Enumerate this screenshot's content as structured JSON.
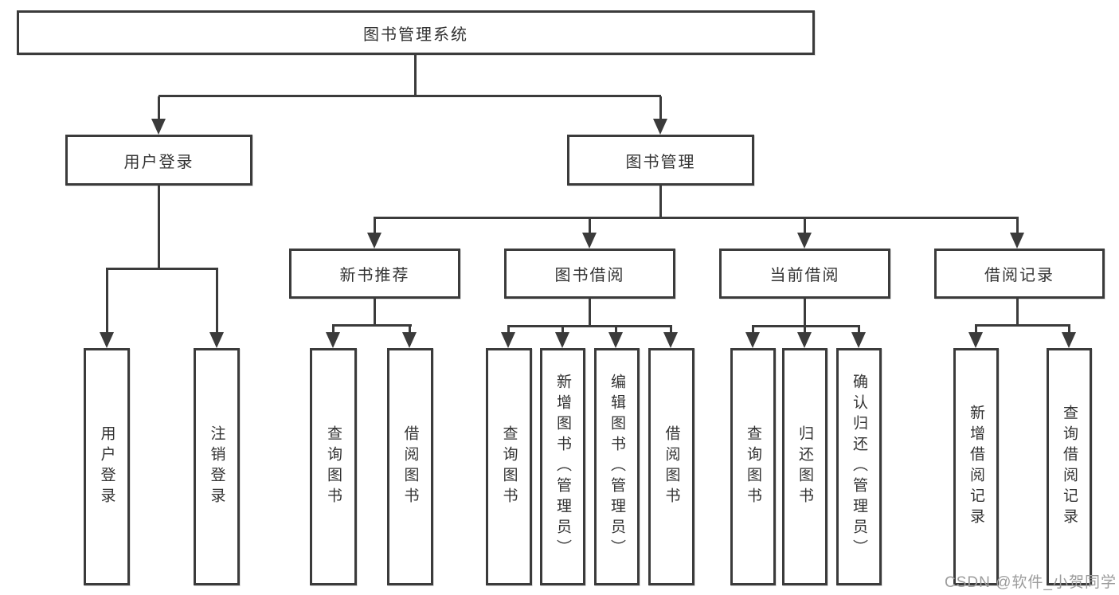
{
  "diagram_title": "图书管理系统",
  "nodes": {
    "root": "图书管理系统",
    "level2": [
      "用户登录",
      "图书管理"
    ],
    "level3": [
      "新书推荐",
      "图书借阅",
      "当前借阅",
      "借阅记录"
    ],
    "leaves_user_login": [
      "用户登录",
      "注销登录"
    ],
    "leaves_new_book": [
      "查询图书",
      "借阅图书"
    ],
    "leaves_book_borrow": [
      "查询图书",
      "新增图书（管理员）",
      "编辑图书（管理员）",
      "借阅图书"
    ],
    "leaves_current_borrow": [
      "查询图书",
      "归还图书",
      "确认归还（管理员）"
    ],
    "leaves_borrow_records": [
      "新增借阅记录",
      "查询借阅记录"
    ]
  },
  "watermark": "CSDN @软件_小贺同学",
  "colors": {
    "line": "#3b3b3b",
    "text": "#333333",
    "watermark": "#9c9c9c",
    "background": "#ffffff"
  }
}
